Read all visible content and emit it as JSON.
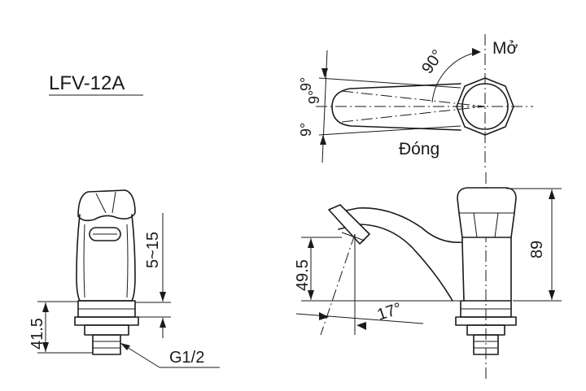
{
  "model": "LFV-12A",
  "top_view": {
    "open_label": "Mở",
    "closed_label": "Đóng",
    "rotation_angle": "90°",
    "angle_upper": "9°",
    "angle_middle": "9°",
    "angle_lower": "9°"
  },
  "front_view": {
    "install_height": "41.5",
    "thread": "G1/2",
    "adjust_range": "5~15"
  },
  "side_view": {
    "spout_height": "49.5",
    "total_height": "89",
    "spout_angle": "17°"
  }
}
